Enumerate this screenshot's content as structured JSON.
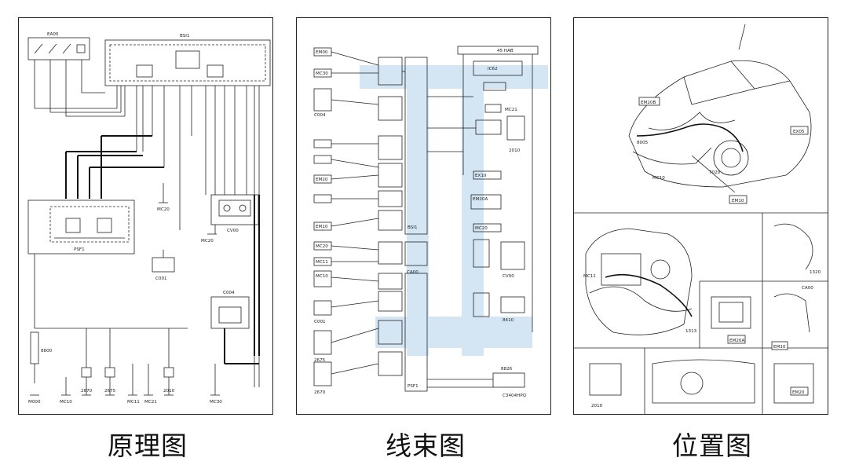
{
  "captions": {
    "schematic": "原理图",
    "harness": "线束图",
    "location": "位置图"
  },
  "schematic": {
    "labels": {
      "ea00": "EA00",
      "bsi1": "BSI1",
      "psf1": "PSF1",
      "c001": "C001",
      "cv00": "CV00",
      "c004": "C004",
      "b800": "8800",
      "m000": "M000",
      "mc10": "MC10",
      "r2670": "2670",
      "r2675": "2675",
      "mc11": "MC11",
      "mc21": "MC21",
      "r2010": "2010",
      "mc30": "MC30",
      "mc20a": "MC20",
      "mc20b": "MC20"
    }
  },
  "harness": {
    "labels": {
      "hdr_45": "45 HAB",
      "ic62": "IC62",
      "mc21": "MC21",
      "r2010": "2010",
      "bsi1": "BSI1",
      "cv00": "CV00",
      "ca00": "CA00",
      "r8410": "8410",
      "psf1": "PSF1",
      "c004": "C004",
      "c001": "C001",
      "r2675": "2675",
      "r2670": "2670",
      "r8826": "8826",
      "em00": "EM00",
      "mc30": "MC30",
      "mc20": "MC20",
      "mc10": "MC10",
      "mc11": "MC11",
      "em20": "EM20",
      "em10": "EM10",
      "ex10": "EX10",
      "em20a": "EM20A",
      "mc20b": "MC20",
      "ref": "C3404HPQ"
    }
  },
  "location": {
    "labels": {
      "em20b": "EM20B",
      "ex05": "EX05",
      "em10": "EM10",
      "mc10": "MC10",
      "b8005": "8005",
      "b7020": "7020",
      "mc11": "MC11",
      "em10b": "EM10",
      "em20a": "EM20A",
      "em20": "EM20",
      "b1320": "1320",
      "b1313": "1313",
      "ca00": "CA00",
      "b2010": "2010"
    }
  },
  "colors": {
    "line": "#1a1a1a",
    "watermark": "#d4e6f3",
    "frame": "#222222"
  }
}
